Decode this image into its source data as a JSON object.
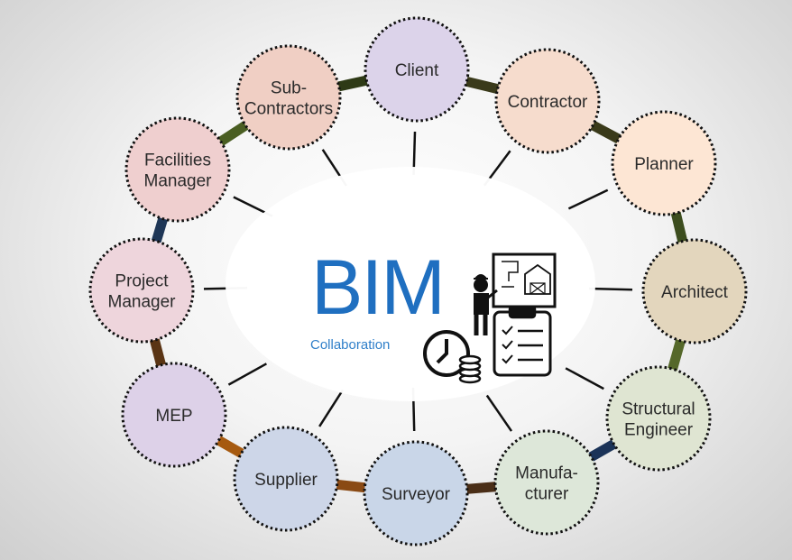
{
  "center": {
    "title": "BIM",
    "subtitle": "Collaboration",
    "icons": [
      "construction-worker-blueprint-icon",
      "clipboard-checklist-icon",
      "clock-coins-icon"
    ]
  },
  "nodes": [
    {
      "id": "client",
      "lines": [
        "Client"
      ],
      "fill": "#dcd3ea"
    },
    {
      "id": "contractor",
      "lines": [
        "Contractor"
      ],
      "fill": "#f6dccd"
    },
    {
      "id": "planner",
      "lines": [
        "Planner"
      ],
      "fill": "#fde6d4"
    },
    {
      "id": "architect",
      "lines": [
        "Architect"
      ],
      "fill": "#e3d6bd"
    },
    {
      "id": "structural-engineer",
      "lines": [
        "Structural",
        "Engineer"
      ],
      "fill": "#dfe5d2"
    },
    {
      "id": "manufacturer",
      "lines": [
        "Manufa-",
        "cturer"
      ],
      "fill": "#dde7d9"
    },
    {
      "id": "surveyor",
      "lines": [
        "Surveyor"
      ],
      "fill": "#c9d6e8"
    },
    {
      "id": "supplier",
      "lines": [
        "Supplier"
      ],
      "fill": "#cdd6e8"
    },
    {
      "id": "mep",
      "lines": [
        "MEP"
      ],
      "fill": "#ddd1e8"
    },
    {
      "id": "project-manager",
      "lines": [
        "Project",
        "Manager"
      ],
      "fill": "#eed5dc"
    },
    {
      "id": "facilities-manager",
      "lines": [
        "Facilities",
        "Manager"
      ],
      "fill": "#efcfcf"
    },
    {
      "id": "sub-contractors",
      "lines": [
        "Sub-",
        "Contractors"
      ],
      "fill": "#f0cfc4"
    }
  ],
  "ring_segment_colors": [
    "#3a3a1a",
    "#3a3a1a",
    "#3c4d1e",
    "#55682a",
    "#1b3358",
    "#4a2e17",
    "#8a4a14",
    "#a65a10",
    "#5a3414",
    "#1e3656",
    "#4a5e22",
    "#2e3a16"
  ]
}
